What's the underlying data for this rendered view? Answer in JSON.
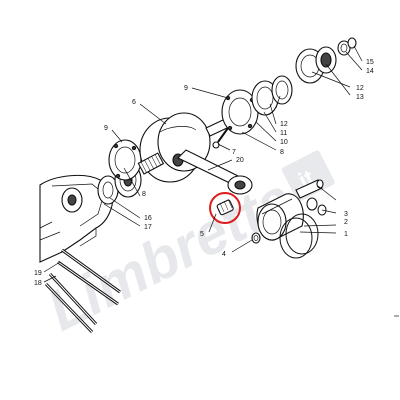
{
  "watermark": {
    "text": "Limbretta",
    "badge": ".it"
  },
  "parts": [
    {
      "number": "1"
    },
    {
      "number": "2"
    },
    {
      "number": "3"
    },
    {
      "number": "4"
    },
    {
      "number": "5"
    },
    {
      "number": "6"
    },
    {
      "number": "7"
    },
    {
      "number": "8"
    },
    {
      "number": "8"
    },
    {
      "number": "9"
    },
    {
      "number": "9"
    },
    {
      "number": "10"
    },
    {
      "number": "11"
    },
    {
      "number": "12"
    },
    {
      "number": "12"
    },
    {
      "number": "13"
    },
    {
      "number": "14"
    },
    {
      "number": "15"
    },
    {
      "number": "16"
    },
    {
      "number": "17"
    },
    {
      "number": "18"
    },
    {
      "number": "19"
    },
    {
      "number": "20"
    }
  ],
  "highlight": {
    "part_number": "5",
    "color": "#e01b1b"
  }
}
